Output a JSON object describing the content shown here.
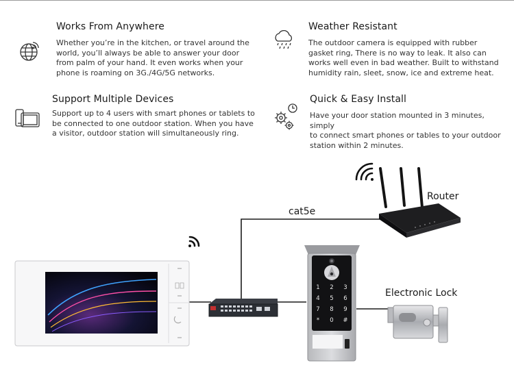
{
  "features": [
    {
      "title": "Works From Anywhere",
      "lines": [
        "Whether you’re in the kitchen, or travel around the",
        "world, you’ll always be able to answer your door",
        "from palm of your hand. It even works when your",
        "phone is roaming on 3G./4G/5G networks."
      ],
      "icon": "globe-wifi-icon"
    },
    {
      "title": "Weather Resistant",
      "lines": [
        "The outdoor camera is equipped with rubber",
        "gasket ring, There is no way to leak. It also can",
        "works well even in bad weather. Built to withstand",
        "humidity rain, sleet, snow, ice and extreme heat."
      ],
      "icon": "rain-cloud-icon"
    },
    {
      "title": "Support Multiple Devices",
      "lines": [
        "Support up to 4 users with smart phones or tablets to",
        "be connected to one outdoor station. When you have",
        "a visitor, outdoor station will simultaneously ring."
      ],
      "icon": "phone-tablet-icon"
    },
    {
      "title": "Quick & Easy Install",
      "lines": [
        "Have your door station mounted in 3 minutes, simply",
        "to connect smart phones or tables to your outdoor",
        "station within 2 minutes."
      ],
      "icon": "gears-clock-icon"
    }
  ],
  "diagram": {
    "router_label": "Router",
    "cable_label": "cat5e",
    "lock_label": "Electronic Lock",
    "keypad_keys": [
      "1",
      "2",
      "3",
      "4",
      "5",
      "6",
      "7",
      "8",
      "9",
      "*",
      "0",
      "#"
    ]
  }
}
